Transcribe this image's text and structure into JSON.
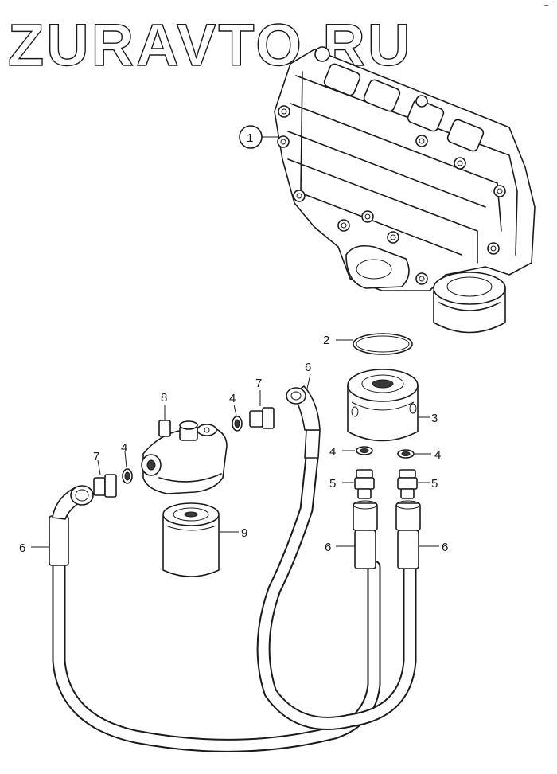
{
  "watermark": "ZURAVTO.RU",
  "corner_mark": "~",
  "callouts": {
    "c1": "1",
    "c2": "2",
    "c3": "3",
    "c4a": "4",
    "c4b": "4",
    "c4c": "4",
    "c4d": "4",
    "c5a": "5",
    "c5b": "5",
    "c6a": "6",
    "c6b": "6",
    "c6c": "6",
    "c6d": "6",
    "c7a": "7",
    "c7b": "7",
    "c8": "8",
    "c9": "9"
  }
}
